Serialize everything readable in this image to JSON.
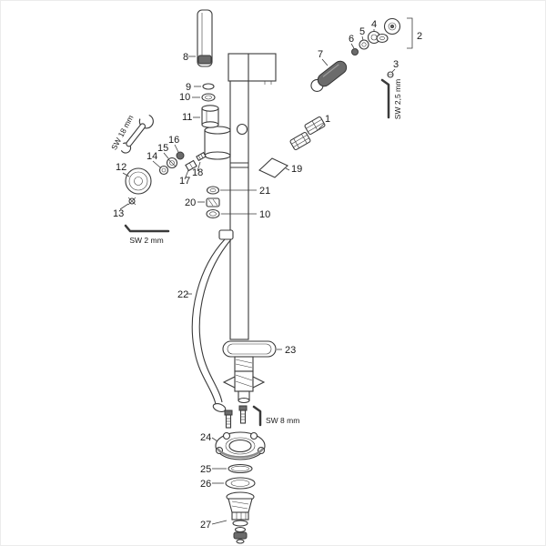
{
  "colors": {
    "background": "#ffffff",
    "line": "#3a3a3a",
    "dark_fill": "#6b6b6b"
  },
  "labels": {
    "n1": "1",
    "n2": "2",
    "n3": "3",
    "n4": "4",
    "n5": "5",
    "n6": "6",
    "n7": "7",
    "n8": "8",
    "n9": "9",
    "n10_top": "10",
    "n11": "11",
    "n12": "12",
    "n13": "13",
    "n14": "14",
    "n15": "15",
    "n16": "16",
    "n17": "17",
    "n18": "18",
    "n19": "19",
    "n20": "20",
    "n21": "21",
    "n10_mid": "10",
    "n22": "22",
    "n23": "23",
    "n24": "24",
    "n25": "25",
    "n26": "26",
    "n27": "27"
  },
  "tools": {
    "sw18": "SW 18 mm",
    "sw2_5": "SW 2,5 mm",
    "sw2": "SW 2 mm",
    "sw8": "SW 8 mm"
  },
  "icons": {
    "wrench": "open-end-wrench-icon",
    "hex_key": "allen-key-icon"
  }
}
